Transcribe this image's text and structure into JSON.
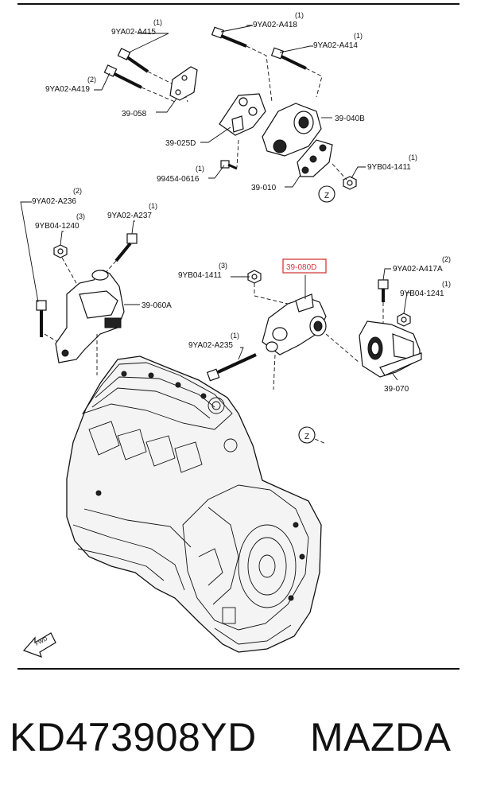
{
  "parts": {
    "p_9ya02_a415": {
      "code": "9YA02-A415",
      "qty": "(1)"
    },
    "p_9ya02_a418": {
      "code": "9YA02-A418",
      "qty": "(1)"
    },
    "p_9ya02_a414": {
      "code": "9YA02-A414",
      "qty": "(1)"
    },
    "p_9ya02_a419": {
      "code": "9YA02-A419",
      "qty": "(2)"
    },
    "p_39_058": {
      "code": "39-058"
    },
    "p_39_040b": {
      "code": "39-040B"
    },
    "p_39_025d": {
      "code": "39-025D"
    },
    "p_99454_0616": {
      "code": "99454-0616",
      "qty": "(1)"
    },
    "p_39_010": {
      "code": "39-010"
    },
    "p_9yb04_1411_top": {
      "code": "9YB04-1411",
      "qty": "(1)"
    },
    "p_9ya02_a236": {
      "code": "9YA02-A236",
      "qty": "(2)"
    },
    "p_9yb04_1240": {
      "code": "9YB04-1240",
      "qty": "(3)"
    },
    "p_9ya02_a237": {
      "code": "9YA02-A237",
      "qty": "(1)"
    },
    "p_39_060a": {
      "code": "39-060A"
    },
    "p_9yb04_1411_mid": {
      "code": "9YB04-1411",
      "qty": "(3)"
    },
    "p_39_080d": {
      "code": "39-080D",
      "highlight_color": "#d23b3b"
    },
    "p_9ya02_a417a": {
      "code": "9YA02-A417A",
      "qty": "(2)"
    },
    "p_9yb04_1241": {
      "code": "9YB04-1241",
      "qty": "(1)"
    },
    "p_9ya02_a235": {
      "code": "9YA02-A235",
      "qty": "(1)"
    },
    "p_39_070": {
      "code": "39-070"
    }
  },
  "markers": {
    "z_top": "Z",
    "z_mid": "Z",
    "fwd": "FWD"
  },
  "footer": {
    "part_number": "KD473908YD",
    "brand": "MAZDA"
  }
}
